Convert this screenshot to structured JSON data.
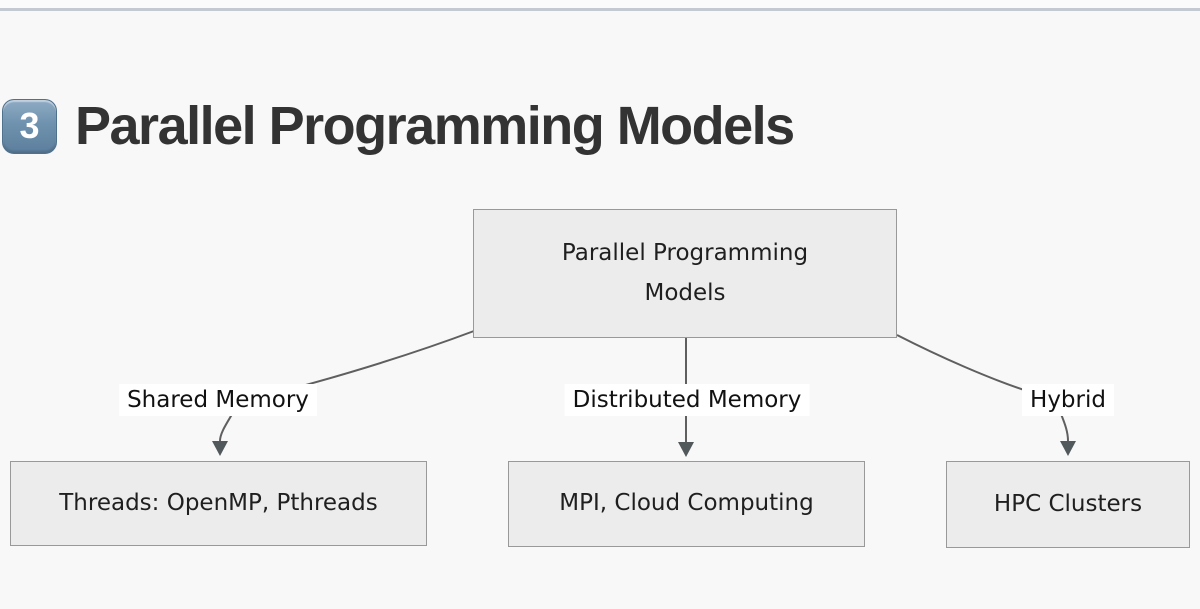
{
  "header": {
    "keycap_digit": "3",
    "title": "Parallel Programming Models"
  },
  "diagram": {
    "root_node": {
      "lines": [
        "Parallel Programming",
        "Models"
      ]
    },
    "edges": [
      {
        "label": "Shared Memory"
      },
      {
        "label": "Distributed Memory"
      },
      {
        "label": "Hybrid"
      }
    ],
    "leaf_nodes": [
      {
        "label": "Threads: OpenMP, Pthreads"
      },
      {
        "label": "MPI, Cloud Computing"
      },
      {
        "label": "HPC Clusters"
      }
    ]
  },
  "colors": {
    "page_bg": "#f8f8f8",
    "top_strip": "#fbfbfc",
    "divider": "#c4cad1",
    "node_fill": "#ececec",
    "node_border": "#999999",
    "edge_line": "#5f5f5f",
    "arrow_fill": "#52595c",
    "edge_label_bg": "#ffffff",
    "heading_text": "#333333",
    "node_text": "#1f1f1f",
    "keycap_bg": "#6f92ae",
    "keycap_text": "#ffffff"
  }
}
